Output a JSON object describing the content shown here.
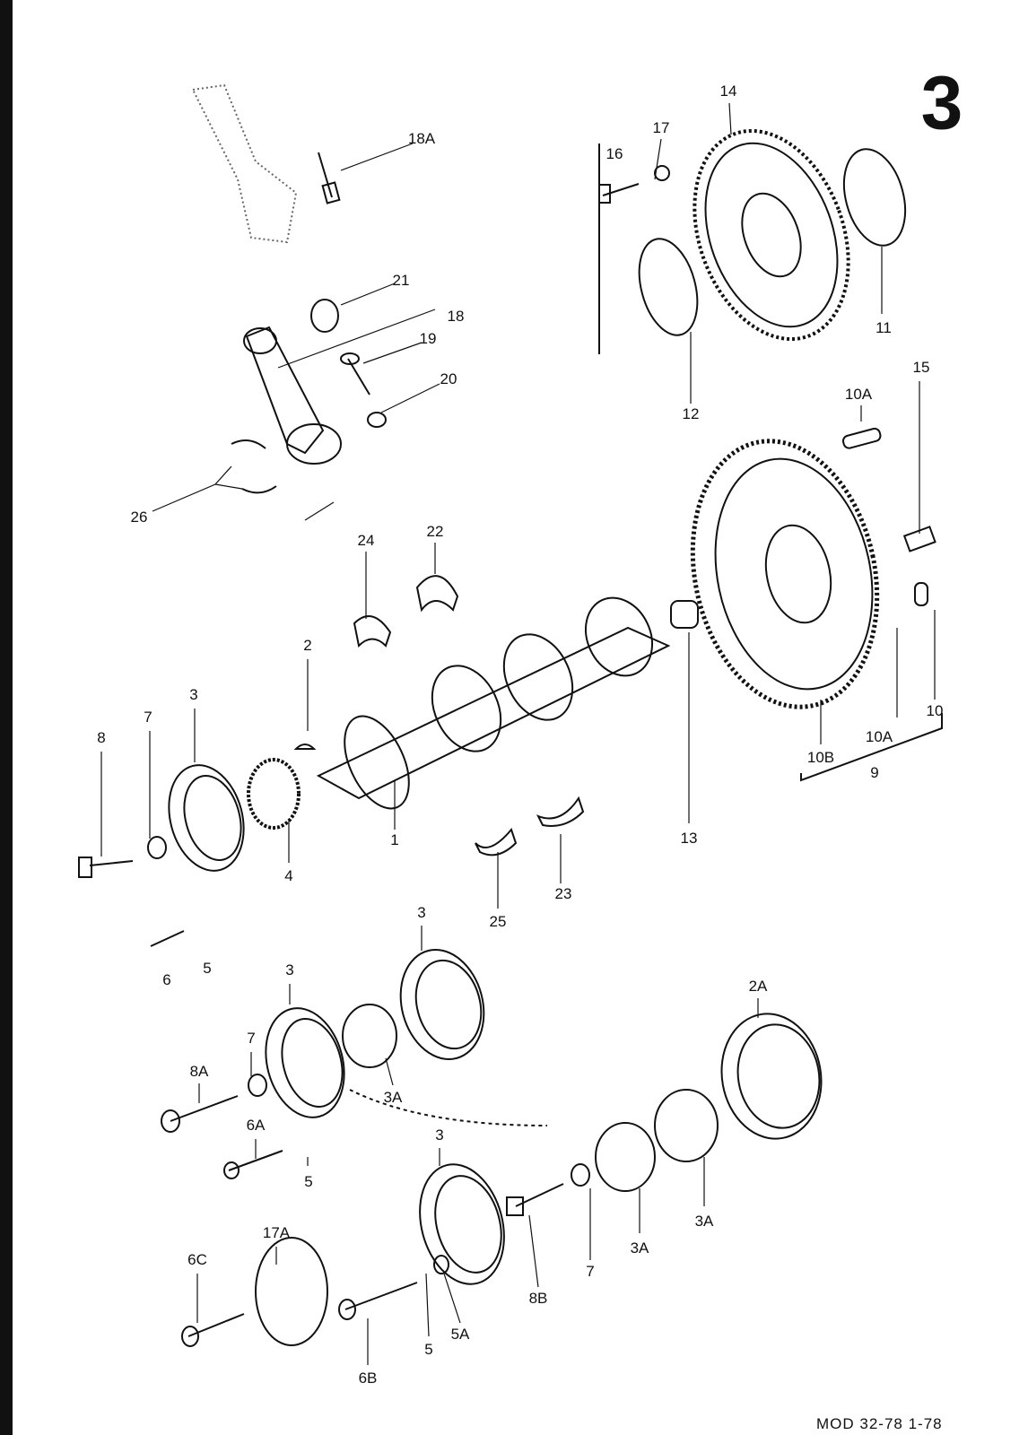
{
  "page_number": "3",
  "footer": "MOD 32-78   1-78",
  "callouts": [
    "18A",
    "16",
    "17",
    "14",
    "21",
    "18",
    "19",
    "20",
    "11",
    "12",
    "10A",
    "15",
    "26",
    "22",
    "24",
    "2",
    "3",
    "7",
    "8",
    "1",
    "4",
    "13",
    "10",
    "10B",
    "10A",
    "9",
    "25",
    "23",
    "6",
    "5",
    "3",
    "3",
    "2A",
    "7",
    "8A",
    "3A",
    "6A",
    "5",
    "3",
    "3A",
    "3A",
    "7",
    "8B",
    "6C",
    "17A",
    "6B",
    "5",
    "5A"
  ]
}
